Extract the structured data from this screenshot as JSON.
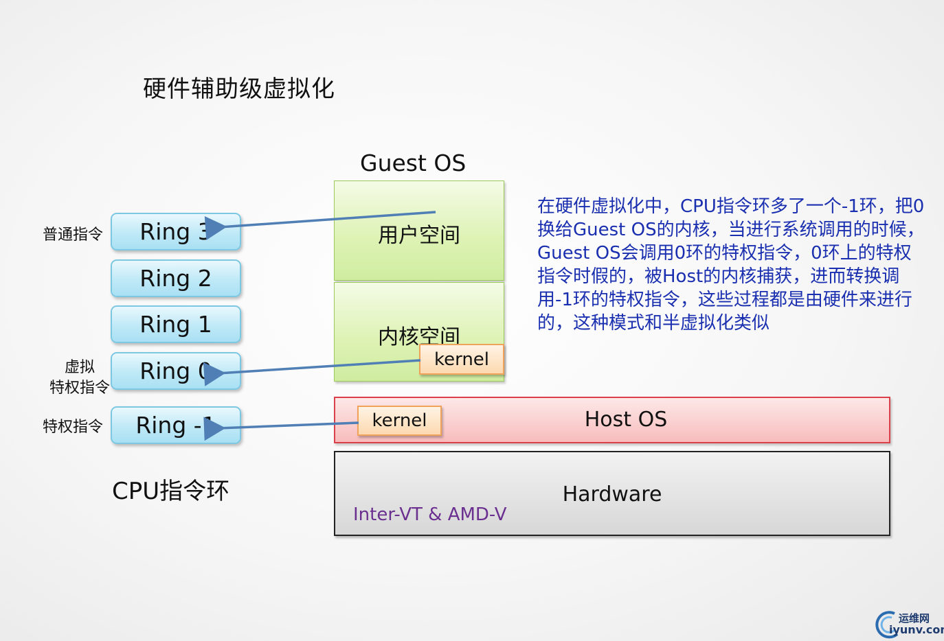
{
  "title": "硬件辅助级虚拟化",
  "guest_os_title": "Guest OS",
  "cpu_title": "CPU指令环",
  "rings": [
    {
      "label": "Ring 3"
    },
    {
      "label": "Ring 2"
    },
    {
      "label": "Ring 1"
    },
    {
      "label": "Ring 0"
    },
    {
      "label": "Ring -1"
    }
  ],
  "side_labels": {
    "ring3": "普通指令",
    "ring0_line1": "虚拟",
    "ring0_line2": "特权指令",
    "ring_minus1": "特权指令"
  },
  "user_space": "用户空间",
  "kernel_space": "内核空间",
  "kernel": "kernel",
  "host_os": "Host OS",
  "hardware": "Hardware",
  "hardware_note": "Inter-VT & AMD-V",
  "description": "在硬件虚拟化中，CPU指令环多了一个-1环，把0换给Guest OS的内核，当进行系统调用的时候，Guest OS会调用0环的特权指令，0环上的特权指令时假的，被Host的内核捕获，进而转换调用-1环的特权指令，这些过程都是由硬件来进行的，这种模式和半虚拟化类似",
  "logo": {
    "cn": "运维网",
    "en": "iyunv.com"
  },
  "colors": {
    "arrow": "#4f7fb5",
    "description_text": "#1a2fb0",
    "hardware_note": "#6a2f8f"
  }
}
